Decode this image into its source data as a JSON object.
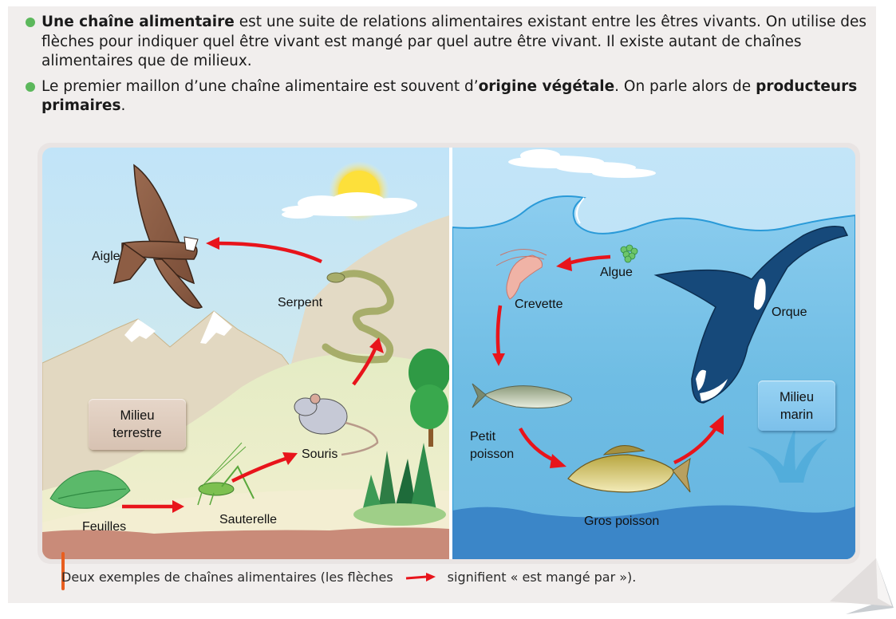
{
  "intro": {
    "bullet1": {
      "bold": "Une chaîne alimentaire",
      "text": " est une suite de relations alimentaires existant entre les êtres vivants. On utilise des flèches pour indiquer quel être vivant est mangé par quel autre être vivant. Il existe autant de chaînes alimentaires que de milieux."
    },
    "bullet2": {
      "pre": "Le premier maillon d’une chaîne alimentaire est souvent d’",
      "bold1": "origine végétale",
      "mid": ". On parle alors de ",
      "bold2": "producteurs primaires",
      "post": "."
    }
  },
  "diagram": {
    "terrestrial": {
      "milieu_line1": "Milieu",
      "milieu_line2": "terrestre",
      "chain": [
        "Feuilles",
        "Sauterelle",
        "Souris",
        "Serpent",
        "Aigle"
      ],
      "labels": {
        "feuilles": "Feuilles",
        "sauterelle": "Sauterelle",
        "souris": "Souris",
        "serpent": "Serpent",
        "aigle": "Aigle"
      }
    },
    "marine": {
      "milieu_line1": "Milieu",
      "milieu_line2": "marin",
      "chain": [
        "Algue",
        "Crevette",
        "Petit poisson",
        "Gros poisson",
        "Orque"
      ],
      "labels": {
        "algue": "Algue",
        "crevette": "Crevette",
        "petit_poisson_1": "Petit",
        "petit_poisson_2": "poisson",
        "gros_poisson": "Gros poisson",
        "orque": "Orque"
      }
    },
    "colors": {
      "arrow": "#e8141b",
      "bullet": "#5cb85c",
      "caption_bar": "#e85e1f",
      "sky": "#c3e5f8",
      "sea": "#6bbde4",
      "sea_floor": "#3b86c8",
      "soil": "#c98b79"
    }
  },
  "caption": {
    "before": "Deux exemples de chaînes alimentaires (les flèches",
    "after": "signifient « est mangé par »)."
  }
}
